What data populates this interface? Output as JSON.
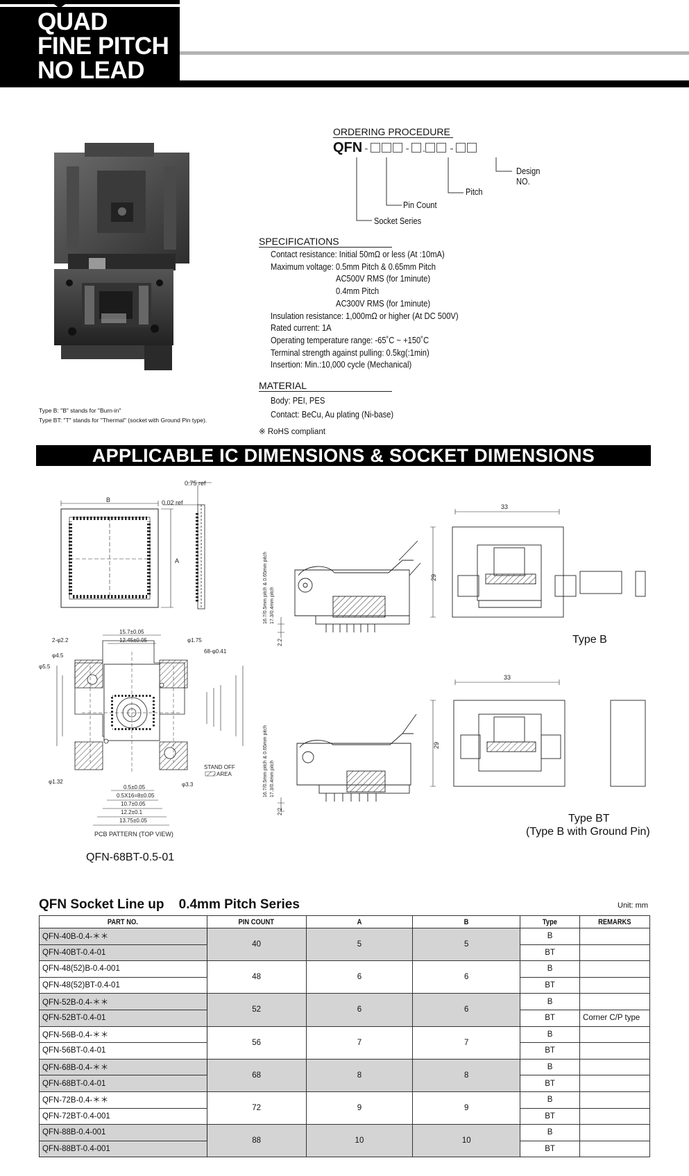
{
  "header": {
    "title_lines": [
      "QUAD",
      "FINE PITCH",
      "NO LEAD"
    ]
  },
  "notes": {
    "type_b": "Type B: \"B\" stands for \"Burn-in\"",
    "type_bt": "Type BT: \"T\" stands for \"Thermal\" (socket with Ground Pin type)."
  },
  "ordering": {
    "heading": "ORDERING PROCEDURE",
    "prefix": "QFN",
    "labels": {
      "design_no": "Design NO.",
      "pitch": "Pitch",
      "pin_count": "Pin Count",
      "socket_series": "Socket Series"
    }
  },
  "specifications": {
    "heading": "SPECIFICATIONS",
    "rows": [
      "Contact resistance: Initial 50mΩ or less (At :10mA)",
      "Maximum voltage: 0.5mm Pitch & 0.65mm Pitch",
      "AC500V RMS (for 1minute)",
      "0.4mm Pitch",
      "AC300V RMS (for 1minute)",
      "Insulation resistance: 1,000mΩ or higher (At DC 500V)",
      "Rated current: 1A",
      "Operating temperature range: -65˚C ~ +150˚C",
      "Terminal strength against pulling: 0.5kg(:1min)",
      "Insertion: Min.:10,000 cycle (Mechanical)"
    ]
  },
  "material": {
    "heading": "MATERIAL",
    "rows": [
      "Body: PEI, PES",
      "Contact: BeCu, Au plating (Ni-base)"
    ]
  },
  "rohs": "※ RoHS compliant",
  "band_title": "APPLICABLE IC DIMENSIONS & SOCKET DIMENSIONS",
  "drawing_labels": {
    "ref_075": "0.75 ref",
    "ref_002": "0.02 ref",
    "dim_b": "B",
    "dim_a": "A",
    "d157": "15.7±0.05",
    "d1245": "12.45±0.05",
    "d2phi": "2-φ2.2",
    "d175": "φ1.75",
    "d68phi": "68-φ0.41",
    "d45": "φ4.5",
    "d55": "φ5.5",
    "d132": "φ1.32",
    "d33": "φ3.3",
    "stand_off": "STAND OFF",
    "area": "AREA",
    "b05": "0.5±0.05",
    "b05x16": "0.5X16=8±0.05",
    "b107": "10.7±0.05",
    "b122": "12.2±0.1",
    "b1375": "13.75±0.05",
    "pcb": "PCB PATTERN (TOP VIEW)",
    "pitch_note": "16.7/0.5mm pitch & 0.65mm pitch",
    "pitch_note2": "17.3/0.4mm pitch",
    "d22": "2.2",
    "d33top": "33",
    "d29": "29"
  },
  "captions": {
    "part": "QFN-68BT-0.5-01",
    "type_b": "Type B",
    "type_bt": "Type BT",
    "type_bt_sub": "(Type B with Ground Pin)"
  },
  "table": {
    "title": "QFN Socket Line up    0.4mm Pitch Series",
    "unit": "Unit: mm",
    "headers": [
      "PART NO.",
      "PIN COUNT",
      "A",
      "B",
      "Type",
      "REMARKS"
    ],
    "groups": [
      {
        "rows": [
          [
            "QFN-40B-0.4-＊＊",
            "B",
            ""
          ],
          [
            "QFN-40BT-0.4-01",
            "BT",
            ""
          ]
        ],
        "pin": "40",
        "a": "5",
        "b": "5",
        "gray": true
      },
      {
        "rows": [
          [
            "QFN-48(52)B-0.4-001",
            "B",
            ""
          ],
          [
            "QFN-48(52)BT-0.4-01",
            "BT",
            ""
          ]
        ],
        "pin": "48",
        "a": "6",
        "b": "6",
        "gray": false
      },
      {
        "rows": [
          [
            "QFN-52B-0.4-＊＊",
            "B",
            ""
          ],
          [
            "QFN-52BT-0.4-01",
            "BT",
            "Corner C/P type"
          ]
        ],
        "pin": "52",
        "a": "6",
        "b": "6",
        "gray": true
      },
      {
        "rows": [
          [
            "QFN-56B-0.4-＊＊",
            "B",
            ""
          ],
          [
            "QFN-56BT-0.4-01",
            "BT",
            ""
          ]
        ],
        "pin": "56",
        "a": "7",
        "b": "7",
        "gray": false
      },
      {
        "rows": [
          [
            "QFN-68B-0.4-＊＊",
            "B",
            ""
          ],
          [
            "QFN-68BT-0.4-01",
            "BT",
            ""
          ]
        ],
        "pin": "68",
        "a": "8",
        "b": "8",
        "gray": true
      },
      {
        "rows": [
          [
            "QFN-72B-0.4-＊＊",
            "B",
            ""
          ],
          [
            "QFN-72BT-0.4-001",
            "BT",
            ""
          ]
        ],
        "pin": "72",
        "a": "9",
        "b": "9",
        "gray": false
      },
      {
        "rows": [
          [
            "QFN-88B-0.4-001",
            "B",
            ""
          ],
          [
            "QFN-88BT-0.4-001",
            "BT",
            ""
          ]
        ],
        "pin": "88",
        "a": "10",
        "b": "10",
        "gray": true
      }
    ]
  }
}
